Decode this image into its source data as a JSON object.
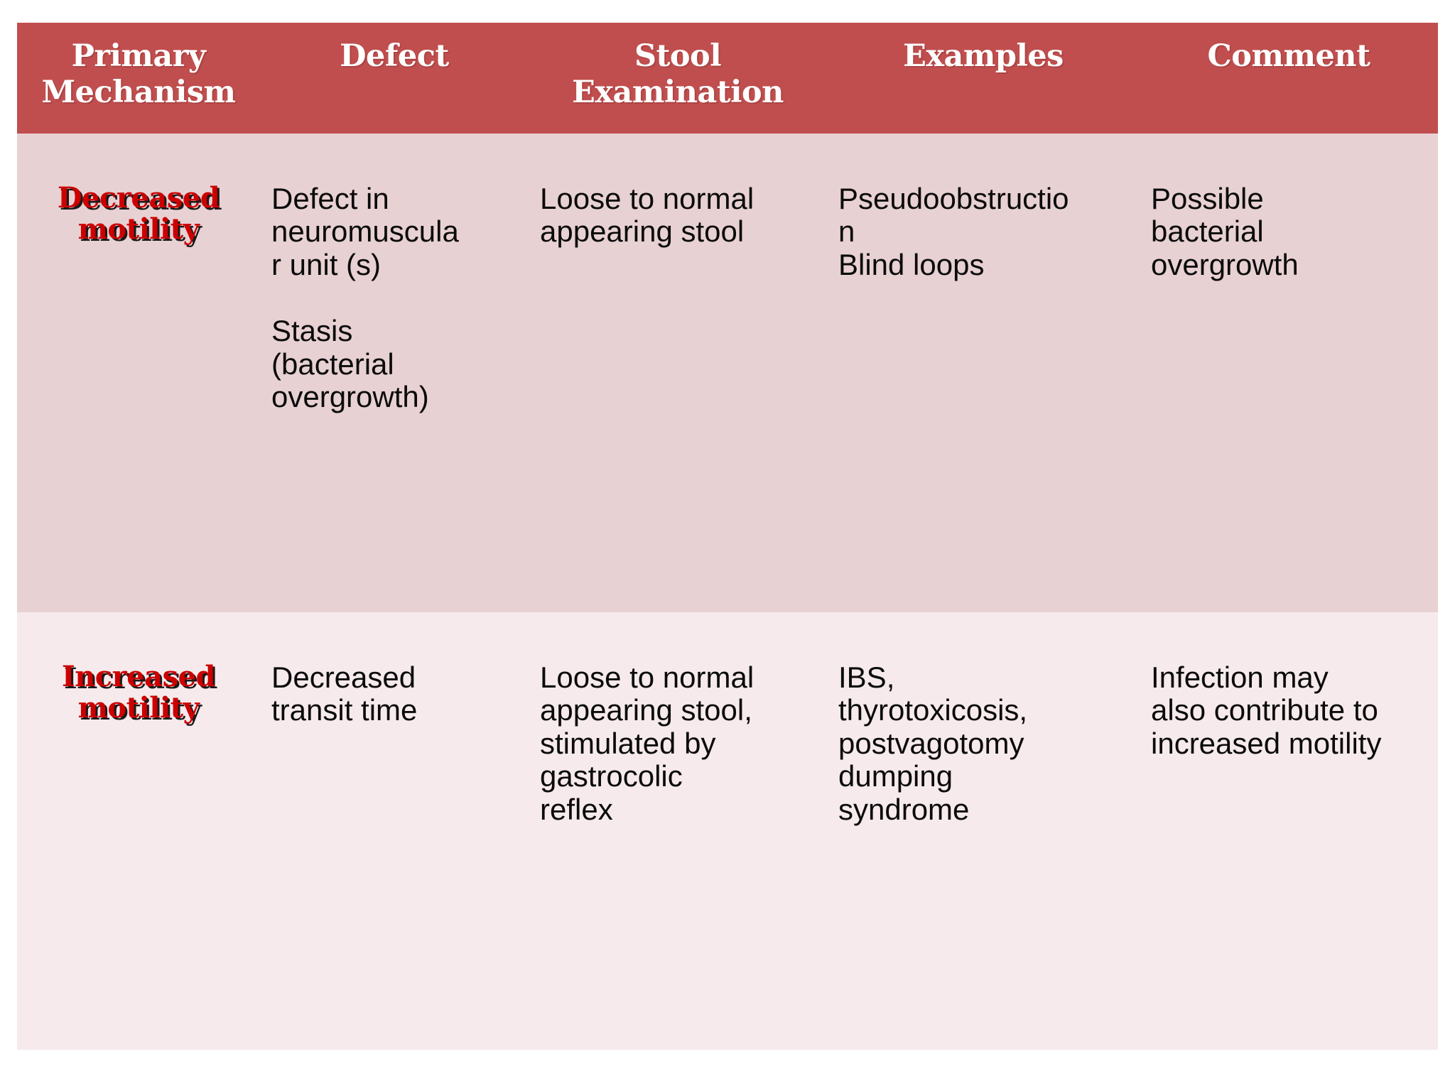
{
  "table": {
    "headers": [
      {
        "id": "primary-mechanism",
        "label": "Primary\nMechanism"
      },
      {
        "id": "defect",
        "label": "Defect"
      },
      {
        "id": "stool-examination",
        "label": "Stool\nExamination"
      },
      {
        "id": "examples",
        "label": "Examples"
      },
      {
        "id": "comment",
        "label": "Comment"
      }
    ],
    "rows": [
      {
        "id": "decreased-motility",
        "mechanism": "Decreased\nmotility",
        "defect": "Defect in\nneuromuscula\nr unit (s)\n\nStasis\n(bacterial\novergrowth)",
        "stool_examination": "Loose to normal\nappearing stool",
        "examples": "Pseudoobstructio\nn\nBlind loops",
        "comment": "Possible\nbacterial\novergrowth"
      },
      {
        "id": "increased-motility",
        "mechanism": "Increased\nmotility",
        "defect": "Decreased\ntransit time",
        "stool_examination": "Loose to normal\nappearing stool,\nstimulated by\ngastrocolic\nreflex",
        "examples": "IBS,\nthyrotoxicosis,\npostvagotomy\ndumping\nsyndrome",
        "comment": "Infection may\nalso contribute to\nincreased motility"
      }
    ]
  },
  "colors": {
    "header_background": "#C04E4E",
    "header_text": "#FFFFFF",
    "row_decreased_background": "#E8D1D3",
    "row_increased_background": "#F6EAEC",
    "mechanism_text": "#CC0000",
    "mechanism_shadow": "#1A1A1A",
    "body_text": "#0B0B0B",
    "page_background": "#FFFFFF"
  }
}
